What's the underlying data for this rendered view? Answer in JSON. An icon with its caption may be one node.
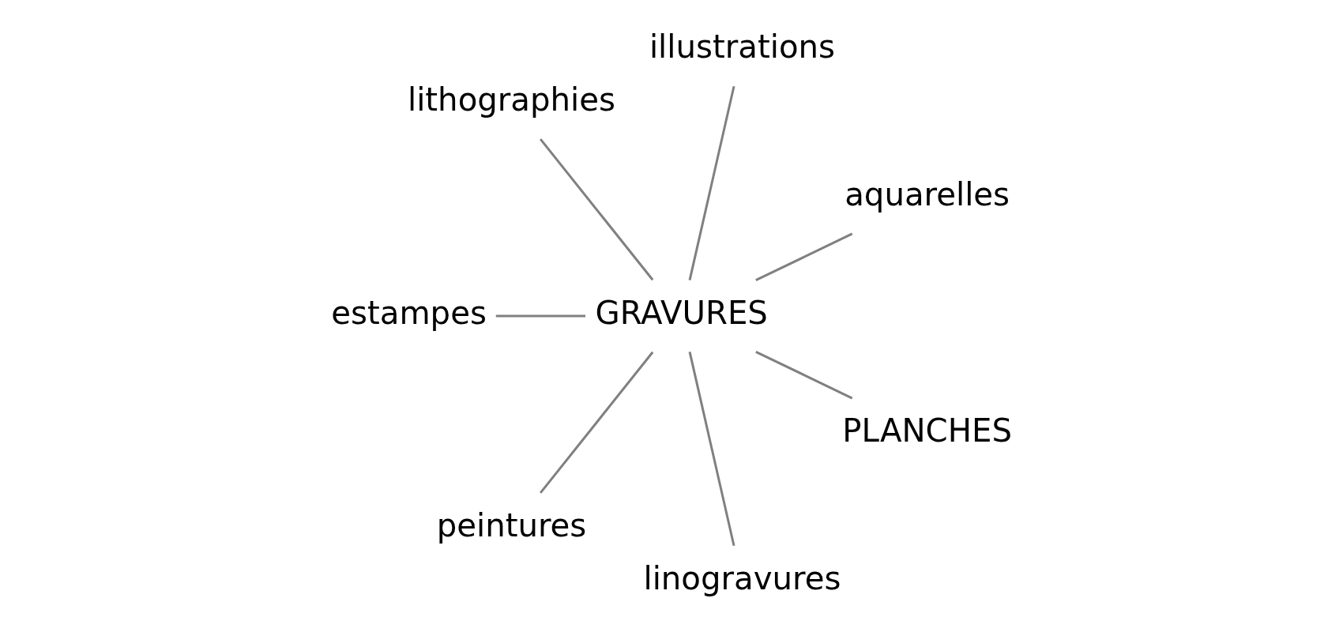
{
  "diagram": {
    "nodes": [
      {
        "text": [
          "aquarelles"
        ]
      },
      {
        "text": [
          "illustrations"
        ]
      },
      {
        "text": [
          "lithographies"
        ]
      },
      {
        "text": [
          "GRAVURES"
        ]
      },
      {
        "text": [
          "estampes"
        ]
      },
      {
        "text": [
          "peintures"
        ]
      },
      {
        "text": [
          "linogravures"
        ]
      },
      {
        "text": [
          "PLANCHES"
        ]
      }
    ],
    "edges": [
      {
        "from": 3,
        "to": 0,
        "arrow": "none"
      },
      {
        "from": 3,
        "to": 1,
        "arrow": "none"
      },
      {
        "from": 3,
        "to": 4,
        "arrow": "none"
      },
      {
        "from": 3,
        "to": 6,
        "arrow": "none"
      },
      {
        "from": 3,
        "to": 7,
        "arrow": "none"
      },
      {
        "from": 3,
        "to": 5,
        "arrow": "none"
      },
      {
        "from": 3,
        "to": 2,
        "arrow": "none"
      }
    ]
  }
}
